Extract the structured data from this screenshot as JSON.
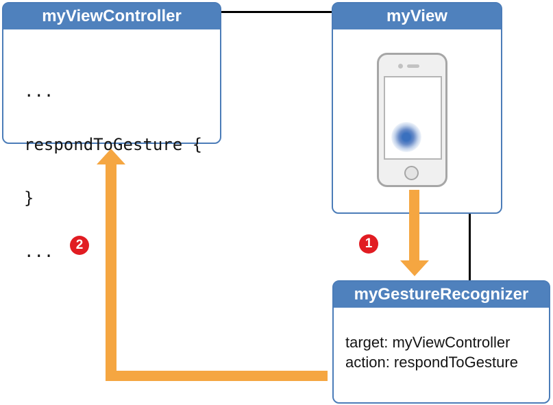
{
  "colors": {
    "header_blue": "#4F81BD",
    "box_border_blue": "#4B7CB8",
    "arrow_orange": "#F5A641",
    "badge_red": "#E11C22",
    "connector_black": "#000000"
  },
  "boxes": {
    "view_controller": {
      "title": "myViewController",
      "code_lines": [
        "...",
        "respondToGesture {",
        "}",
        "..."
      ]
    },
    "view": {
      "title": "myView"
    },
    "gesture_recognizer": {
      "title": "myGestureRecognizer",
      "body_lines": [
        "target: myViewController",
        "action: respondToGesture"
      ]
    }
  },
  "badges": [
    {
      "label": "1"
    },
    {
      "label": "2"
    }
  ],
  "icons": {
    "phone": "iphone-illustration",
    "camera": "front-camera-dot",
    "speaker": "speaker-slot",
    "touch": "touch-point-blob",
    "home": "home-button-circle"
  }
}
